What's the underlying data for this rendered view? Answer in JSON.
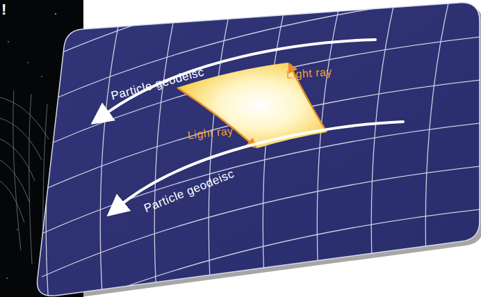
{
  "diagram": {
    "labels": [
      "!",
      "Particle geodeisc",
      "Light ray",
      "Light ray",
      "Particle geodeisc"
    ]
  }
}
